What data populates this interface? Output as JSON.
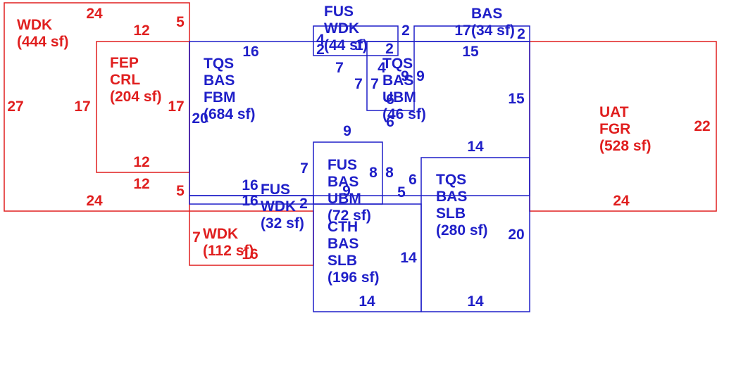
{
  "colors": {
    "existing": "#e01f1f",
    "addition": "#1f1fc8"
  },
  "areas": {
    "wdk_444": {
      "code": "WDK",
      "area": "(444 sf)"
    },
    "fep_crl": {
      "code1": "FEP",
      "code2": "CRL",
      "area": "(204 sf)"
    },
    "tqs_fbm": {
      "code1": "TQS",
      "code2": "BAS",
      "code3": "FBM",
      "area": "(684 sf)"
    },
    "fus_wdk_44": {
      "code1": "FUS",
      "code2": "WDK",
      "area": "(44 sf)"
    },
    "bas_34": {
      "code": "BAS",
      "area": "(34 sf)"
    },
    "tqs_ubm_46": {
      "code1": "TQS",
      "code2": "BAS",
      "code3": "UBM",
      "area": "(46 sf)"
    },
    "uat_fgr": {
      "code1": "UAT",
      "code2": "FGR",
      "area": "(528 sf)"
    },
    "fus_ubm_72": {
      "code1": "FUS",
      "code2": "BAS",
      "code3": "UBM",
      "area": "(72 sf)"
    },
    "fus_wdk_32": {
      "code1": "FUS",
      "code2": "WDK",
      "area": "(32 sf)"
    },
    "tqs_slb_280": {
      "code1": "TQS",
      "code2": "BAS",
      "code3": "SLB",
      "area": "(280 sf)"
    },
    "wdk_112": {
      "code": "WDK",
      "area": "(112 sf)"
    },
    "cth_slb_196": {
      "code1": "CTH",
      "code2": "BAS",
      "code3": "SLB",
      "area": "(196 sf)"
    }
  },
  "dims": {
    "d01": "24",
    "d02": "5",
    "d03": "12",
    "d04": "27",
    "d05": "17",
    "d06": "17",
    "d07": "12",
    "d08": "12",
    "d09": "5",
    "d10": "24",
    "d11": "16",
    "d12": "20",
    "d13": "4",
    "d14": "2",
    "d15": "1",
    "d16": "2",
    "d17": "2",
    "d18": "17",
    "d19": "2",
    "d20": "15",
    "d21": "7",
    "d22": "4",
    "d23": "7",
    "d24": "7",
    "d25": "9",
    "d26": "9",
    "d27": "6",
    "d28": "6",
    "d29": "15",
    "d30": "22",
    "d31": "9",
    "d32": "14",
    "d33": "7",
    "d34": "8",
    "d35": "8",
    "d36": "6",
    "d37": "16",
    "d38": "16",
    "d39": "2",
    "d40": "9",
    "d41": "5",
    "d42": "24",
    "d43": "7",
    "d44": "16",
    "d45": "14",
    "d46": "20",
    "d47": "14",
    "d48": "14"
  }
}
